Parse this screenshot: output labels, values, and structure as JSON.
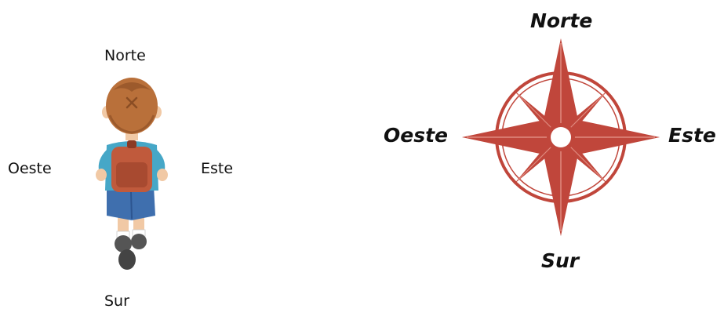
{
  "left_panel": {
    "north": "Norte",
    "south": "Sur",
    "east": "Este",
    "west": "Oeste",
    "figure_icon": "child-with-backpack-back-view"
  },
  "right_panel": {
    "north": "Norte",
    "south": "Sur",
    "east": "Este",
    "west": "Oeste",
    "figure_icon": "compass-rose-icon",
    "compass_color": "#c0463b"
  }
}
